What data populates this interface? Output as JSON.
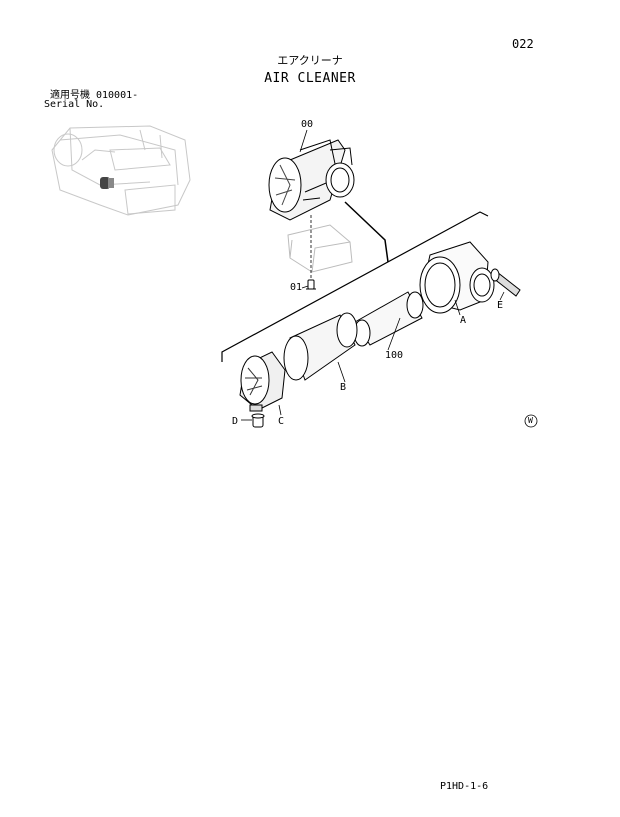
{
  "page_number": "022",
  "title_jp": "エアクリーナ",
  "title_en": "AIR CLEANER",
  "serial": {
    "label_jp": "適用号機",
    "label_en": "Serial No.",
    "value": "010001-"
  },
  "callouts": {
    "assembly": "00",
    "bolt": "01",
    "element": "100",
    "a": "A",
    "b": "B",
    "c": "C",
    "d": "D",
    "e": "E"
  },
  "mark": "W",
  "footer_code": "P1HD-1-6"
}
